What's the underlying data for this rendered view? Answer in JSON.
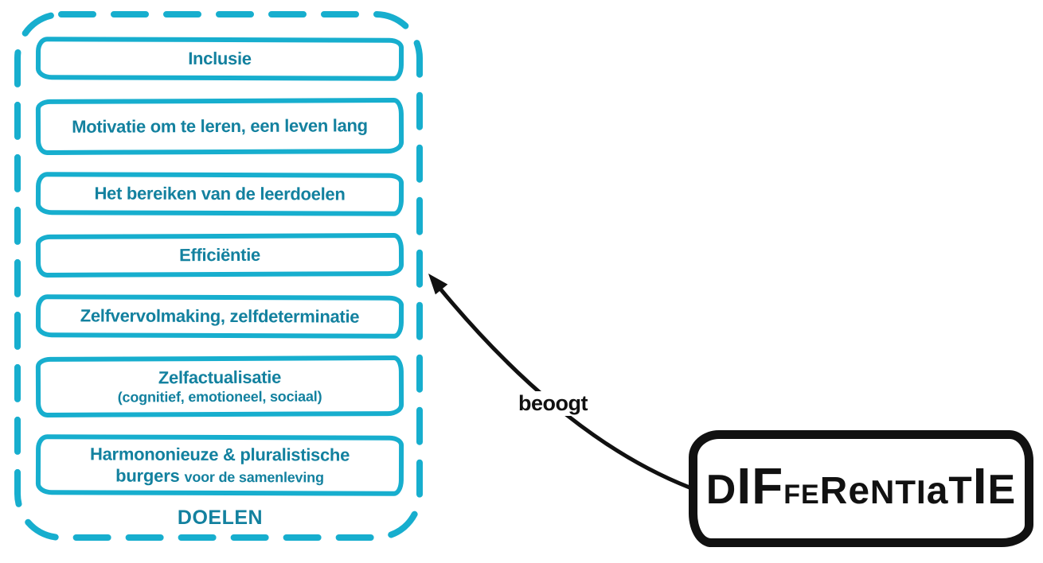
{
  "colors": {
    "stroke": "#17AECE",
    "text": "#13819F",
    "ink": "#111111"
  },
  "frame": {
    "label": "DOELEN"
  },
  "goals": [
    {
      "label": "Inclusie"
    },
    {
      "label": "Motivatie om te leren, een leven lang"
    },
    {
      "label": "Het bereiken van de leerdoelen"
    },
    {
      "label": "Efficiëntie"
    },
    {
      "label": "Zelfvervolmaking, zelfdeterminatie"
    },
    {
      "label": "Zelfactualisatie",
      "subtitle": "(cognitief, emotioneel, sociaal)"
    },
    {
      "label": "Harmononieuze & pluralistische",
      "subtitle_parts": [
        {
          "text": "burgers ",
          "emphasis": true
        },
        {
          "text": "voor de samenleving",
          "emphasis": false
        }
      ]
    }
  ],
  "arrow": {
    "label": "beoogt"
  },
  "logo": {
    "word": "DIFFERENTIATIE",
    "segments": [
      {
        "ch": "D",
        "sz": "l"
      },
      {
        "ch": "IF",
        "sz": "xl"
      },
      {
        "ch": "FE",
        "sz": "s"
      },
      {
        "ch": "R",
        "sz": "ml"
      },
      {
        "ch": "e",
        "sz": "ml"
      },
      {
        "ch": "N",
        "sz": "m"
      },
      {
        "ch": "T",
        "sz": "m"
      },
      {
        "ch": "I",
        "sz": "m"
      },
      {
        "ch": "a",
        "sz": "ml"
      },
      {
        "ch": "T",
        "sz": "ml"
      },
      {
        "ch": "I",
        "sz": "xl"
      },
      {
        "ch": "E",
        "sz": "l"
      }
    ]
  }
}
